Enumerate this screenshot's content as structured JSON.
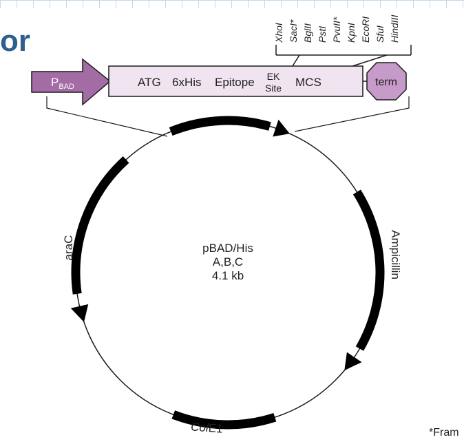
{
  "slide_title_fragment": "or",
  "promoter": {
    "main": "P",
    "sub": "BAD"
  },
  "cassette": {
    "atg": "ATG",
    "his": "6xHis",
    "epitope": "Epitope",
    "ek_top": "EK",
    "ek_bottom": "Site",
    "mcs": "MCS"
  },
  "terminator": "term",
  "restriction_sites": [
    "XhoI",
    "SacI*",
    "BglII",
    "PstI",
    "PvuII*",
    "KpnI",
    "EcoRI",
    "SfuI",
    "HindIII"
  ],
  "plasmid": {
    "name": "pBAD/His",
    "variants": "A,B,C",
    "size": "4.1 kb"
  },
  "genes": {
    "arac": "araC",
    "ampicillin": "Ampicillin",
    "cole1": "ColE1"
  },
  "footnote": "*Fram",
  "colors": {
    "title": "#2f5f8f",
    "promoter_fill": "#a36ca5",
    "cassette_fill": "#efe4f0",
    "terminator_fill": "#c79bc9",
    "outline": "#1a1a1a"
  }
}
